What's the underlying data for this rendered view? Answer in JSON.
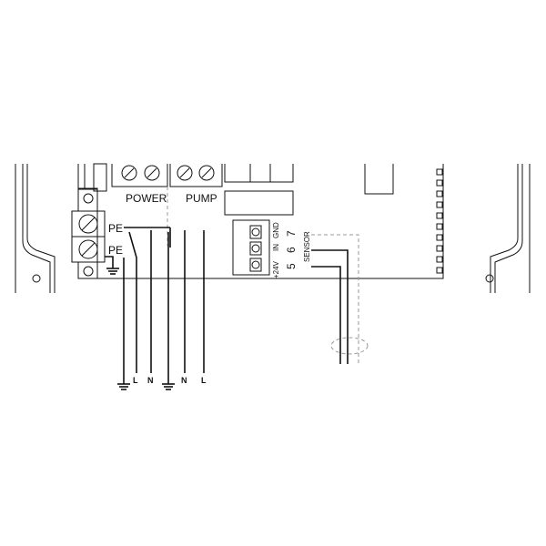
{
  "diagram": {
    "headers": {
      "power": "POWER",
      "pump": "PUMP"
    },
    "pe_labels": [
      "PE",
      "PE"
    ],
    "sensor_terminals": {
      "numbers": [
        "5",
        "6",
        "7"
      ],
      "top_labels": [
        "+24V",
        "IN",
        "GND"
      ],
      "side_label": "SENSOR"
    },
    "wire_labels": {
      "power": [
        "L",
        "N"
      ],
      "pump": [
        "N",
        "L"
      ]
    },
    "colors": {
      "line": "#111111",
      "dashed": "#999999",
      "background": "#ffffff"
    }
  }
}
